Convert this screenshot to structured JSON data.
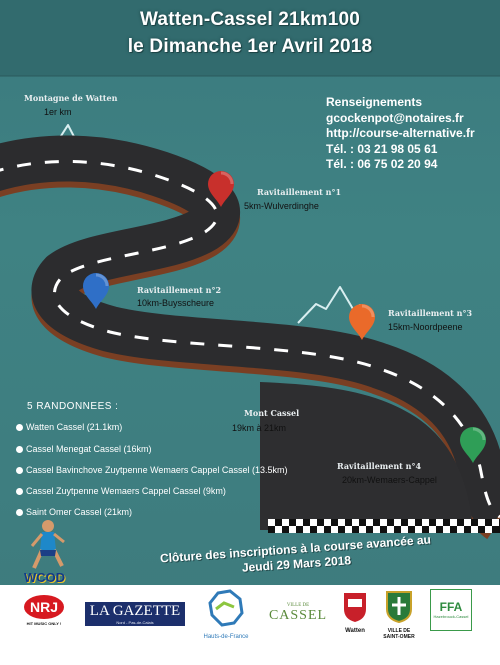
{
  "header": {
    "title_line1": "Watten-Cassel 21km100",
    "title_line2": "le Dimanche 1er Avril 2018"
  },
  "info": {
    "heading": "Renseignements",
    "email": "gcockenpot@notaires.fr",
    "website": "http://course-alternative.fr",
    "phone1": "Tél. : 03 21 98 05 61",
    "phone2": "Tél. : 06 75 02 20 94"
  },
  "route": {
    "start_name": "Montagne de Watten",
    "start_km": "1er  km",
    "stations": [
      {
        "name": "Ravitaillement n°1",
        "km": "5km-Wulverdinghe",
        "pin_color": "#c8302c"
      },
      {
        "name": "Ravitaillement n°2",
        "km": "10km-Buysscheure",
        "pin_color": "#2f6fc7"
      },
      {
        "name": "Ravitaillement n°3",
        "km": "15km-Noordpeene",
        "pin_color": "#ea6a2a"
      },
      {
        "name": "Ravitaillement n°4",
        "km": "20km-Wemaers-Cappel",
        "pin_color": "#2f9e57"
      }
    ],
    "mont_cassel_name": "Mont Cassel",
    "mont_cassel_km": "19km  à  21km"
  },
  "randonnees": {
    "title": "5 RANDONNEES :",
    "items": [
      "Watten Cassel (21.1km)",
      "Cassel Menegat Cassel (16km)",
      "Cassel Bavinchove Zuytpenne Wemaers Cappel Cassel (13.5km)",
      "Cassel Zuytpenne Wemaers Cappel Cassel (9km)",
      "Saint Omer Cassel (21km)"
    ]
  },
  "cloture": {
    "line1": "Clôture des inscriptions à la course avancée au",
    "line2": "Jeudi 29 Mars 2018"
  },
  "sponsors": {
    "wcod": "WCOD",
    "nrj": "NRJ",
    "nrj_tagline": "HIT MUSIC ONLY !",
    "gazette": "LA GAZETTE",
    "gazette_sub": "Nord - Pas-de-Calais",
    "region_sub": "Hauts-de-France",
    "cassel_prefix": "VILLE DE",
    "cassel": "CASSEL",
    "watten": "Watten",
    "saint_omer_line1": "VILLE DE",
    "saint_omer_line2": "SAINT-OMER",
    "ffa": "FFA",
    "ffa_sub": "Hazebrouck-Cassel"
  }
}
